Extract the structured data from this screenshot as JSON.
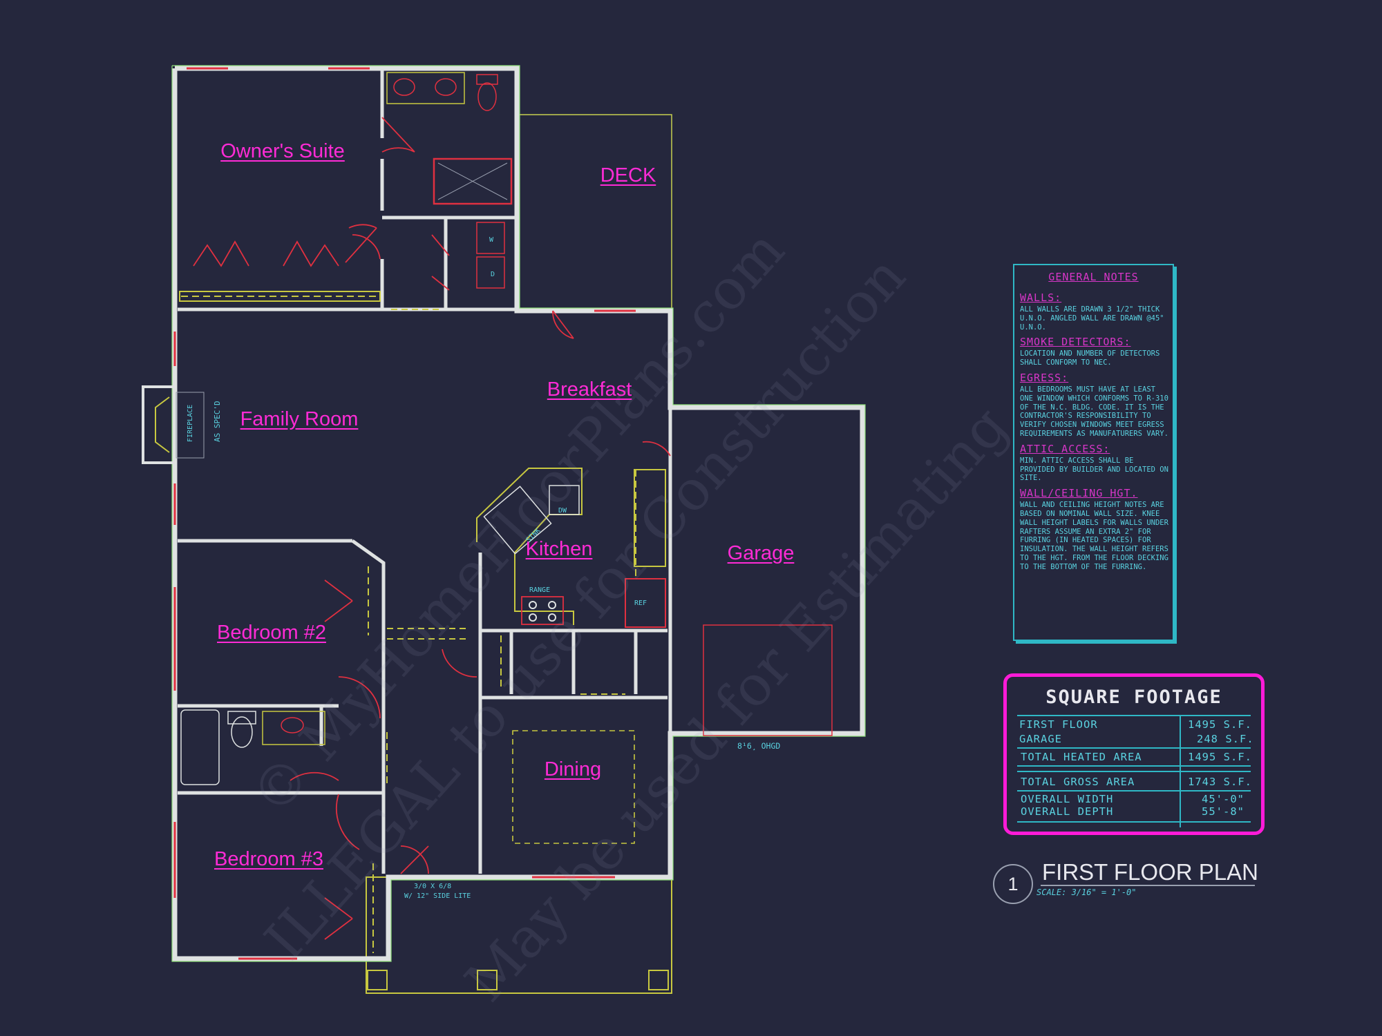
{
  "rooms": {
    "owners_suite": "Owner's Suite",
    "deck": "DECK",
    "breakfast": "Breakfast",
    "family_room": "Family Room",
    "kitchen": "Kitchen",
    "garage": "Garage",
    "bedroom2": "Bedroom #2",
    "bedroom3": "Bedroom #3",
    "dining": "Dining"
  },
  "annotations": {
    "fireplace": "FIREPLACE",
    "fireplace_2": "AS SPEC'D",
    "dw": "DW",
    "sink": "SINK",
    "range": "RANGE",
    "ref": "REF",
    "washer": "W",
    "dryer": "D",
    "garage_door": "8¹6¸ OHGD",
    "front_door": "3/0 X 6/8",
    "front_door_2": "W/ 12\" SIDE LITE"
  },
  "watermark": {
    "line1": "© MyHomeFloorPlans.com",
    "line2": "ILLEGAL to use for Construction",
    "line3": "May be used for Estimating"
  },
  "general_notes": {
    "title": "GENERAL NOTES",
    "sections": [
      {
        "heading": "WALLS:",
        "text": "ALL WALLS ARE DRAWN 3 1/2\" THICK U.N.O. ANGLED WALL ARE DRAWN @45° U.N.O."
      },
      {
        "heading": "SMOKE DETECTORS:",
        "text": "LOCATION AND NUMBER OF DETECTORS SHALL CONFORM TO NEC."
      },
      {
        "heading": "EGRESS:",
        "text": "ALL BEDROOMS MUST HAVE AT LEAST ONE WINDOW WHICH CONFORMS TO R-310 OF THE N.C. BLDG. CODE. IT IS THE CONTRACTOR'S RESPONSIBILITY TO VERIFY CHOSEN WINDOWS MEET EGRESS REQUIREMENTS AS MANUFATURERS VARY."
      },
      {
        "heading": "ATTIC ACCESS:",
        "text": "MIN. ATTIC ACCESS SHALL BE PROVIDED BY BUILDER AND LOCATED ON SITE."
      },
      {
        "heading": "WALL/CEILING HGT.",
        "text": "WALL AND CEILING HEIGHT NOTES ARE BASED ON NOMINAL WALL SIZE. KNEE WALL HEIGHT LABELS FOR WALLS UNDER RAFTERS ASSUME AN EXTRA 2\" FOR FURRING (IN HEATED SPACES) FOR INSULATION. THE WALL HEIGHT REFERS TO THE HGT. FROM THE FLOOR DECKING TO THE BOTTOM OF THE FURRING."
      }
    ]
  },
  "square_footage": {
    "title": "SQUARE FOOTAGE",
    "first_floor_label": "FIRST FLOOR",
    "first_floor_value": "1495 S.F.",
    "garage_label": "GARAGE",
    "garage_value": "248 S.F.",
    "heated_label": "TOTAL HEATED AREA",
    "heated_value": "1495 S.F.",
    "gross_label": "TOTAL GROSS AREA",
    "gross_value": "1743 S.F.",
    "width_label": "OVERALL WIDTH",
    "width_value": "45'-0\"",
    "depth_label": "OVERALL DEPTH",
    "depth_value": "55'-8\""
  },
  "plan_title": {
    "number": "1",
    "title": "FIRST FLOOR PLAN",
    "scale": "SCALE: 3/16\" = 1'-0\""
  },
  "colors": {
    "background": "#25273d",
    "wall": "#e4e6e6",
    "wall_outline": "#8fe07a",
    "window": "#e03040",
    "label": "#ff2bd6",
    "fixture": "#c8c840",
    "note_text": "#5ad2e0"
  }
}
